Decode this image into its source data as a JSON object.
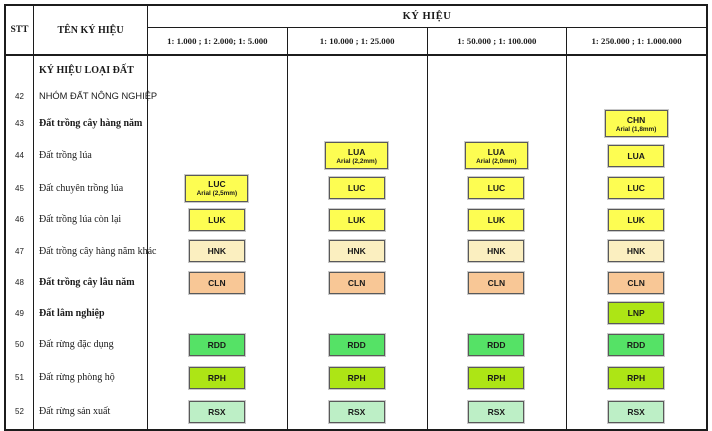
{
  "header": {
    "stt": "STT",
    "ten_ky_hieu": "TÊN KÝ HIỆU",
    "ky_hieu": "KÝ HIỆU",
    "scales": [
      "1: 1.000 ; 1: 2.000; 1: 5.000",
      "1: 10.000 ; 1: 25.000",
      "1: 50.000 ; 1: 100.000",
      "1: 250.000 ; 1: 1.000.000"
    ]
  },
  "rows": [
    {
      "stt": "",
      "label": "KÝ HIỆU LOẠI ĐẤT"
    },
    {
      "stt": "42",
      "label": "NHÓM ĐẤT NÔNG NGHIỆP"
    },
    {
      "stt": "43",
      "label": "Đất trồng cây hàng năm"
    },
    {
      "stt": "44",
      "label": "Đất trồng lúa"
    },
    {
      "stt": "45",
      "label": "Đất chuyên trồng lúa"
    },
    {
      "stt": "46",
      "label": "Đất trồng lúa còn lại"
    },
    {
      "stt": "47",
      "label": "Đất trồng cây hàng năm khác"
    },
    {
      "stt": "48",
      "label": "Đất trồng cây lâu năm"
    },
    {
      "stt": "49",
      "label": "Đất lâm nghiệp"
    },
    {
      "stt": "50",
      "label": "Đất rừng đặc dụng"
    },
    {
      "stt": "51",
      "label": "Đất rừng phòng hộ"
    },
    {
      "stt": "52",
      "label": "Đất rừng sản xuất"
    }
  ],
  "symbols": {
    "chn": {
      "code": "CHN",
      "sub": "Arial (1,8mm)"
    },
    "lua_22": {
      "code": "LUA",
      "sub": "Arial (2,2mm)"
    },
    "lua_20": {
      "code": "LUA",
      "sub": "Arial (2,0mm)"
    },
    "lua": {
      "code": "LUA"
    },
    "luc_25": {
      "code": "LUC",
      "sub": "Arial (2,5mm)"
    },
    "luc": {
      "code": "LUC"
    },
    "luk": {
      "code": "LUK"
    },
    "hnk": {
      "code": "HNK"
    },
    "cln": {
      "code": "CLN"
    },
    "lnp": {
      "code": "LNP"
    },
    "rdd": {
      "code": "RDD"
    },
    "rph": {
      "code": "RPH"
    },
    "rsx": {
      "code": "RSX"
    }
  },
  "colors": {
    "yellow": "#FDFD52",
    "cream": "#FBEFC0",
    "peach": "#F8C796",
    "green": "#55E266",
    "chartreuse": "#ADE515",
    "palegreen": "#BDEFC6"
  }
}
